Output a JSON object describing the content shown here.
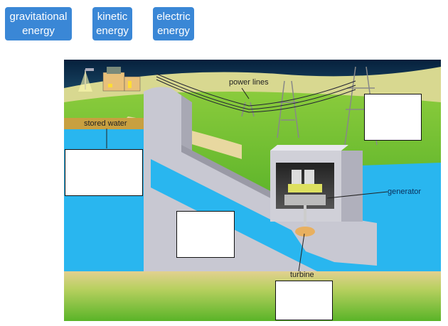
{
  "answer_bank": [
    {
      "id": "gravitational",
      "line1": "gravitational",
      "line2": "energy"
    },
    {
      "id": "kinetic",
      "line1": "kinetic",
      "line2": "energy"
    },
    {
      "id": "electric",
      "line1": "electric",
      "line2": "energy"
    }
  ],
  "diagram": {
    "labels": {
      "power_lines": "power lines",
      "stored_water": "stored water",
      "generator": "generator",
      "turbine": "turbine"
    }
  },
  "colors": {
    "chip": "#3a87d6",
    "water": "#29b6ef",
    "sky_top": "#0a2a4a",
    "grass": "#5cb82a",
    "dam": "#c8c8d2"
  }
}
